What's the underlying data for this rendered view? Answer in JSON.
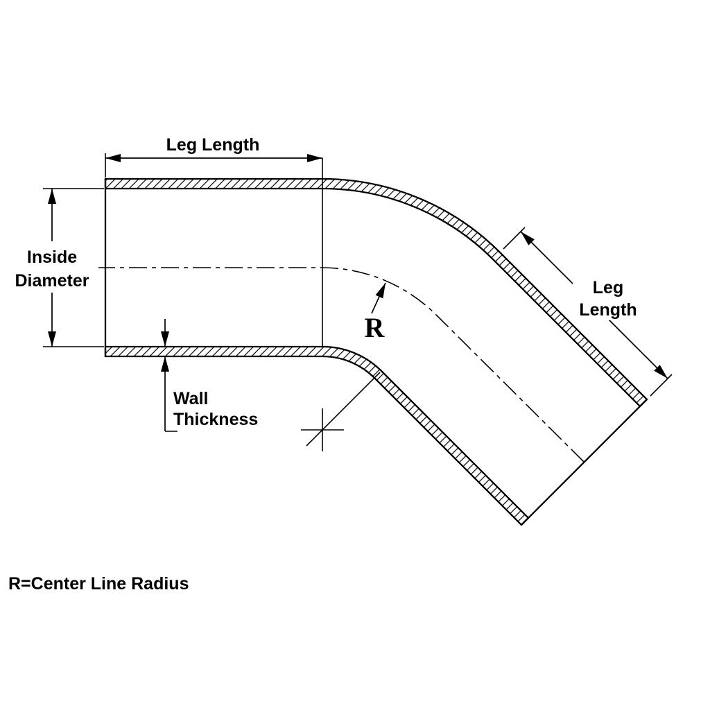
{
  "diagram": {
    "labels": {
      "top_leg_length": "Leg Length",
      "right_leg_length_line1": "Leg",
      "right_leg_length_line2": "Length",
      "inside_diameter_line1": "Inside",
      "inside_diameter_line2": "Diameter",
      "wall_thickness_line1": "Wall",
      "wall_thickness_line2": "Thickness",
      "radius_symbol": "R",
      "footnote": "R=Center Line Radius"
    },
    "colors": {
      "line": "#000000",
      "inside_diameter_text": "#ee0000",
      "background": "#ffffff"
    }
  }
}
